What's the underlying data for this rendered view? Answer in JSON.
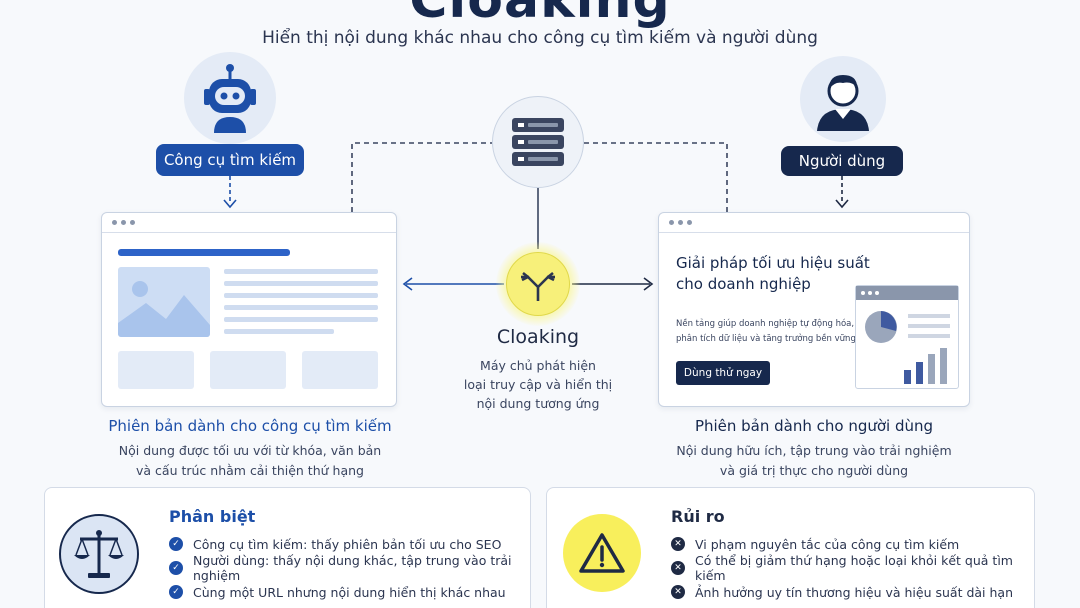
{
  "header": {
    "title": "Cloaking",
    "subtitle": "Hiển  thị nội dung khác nhau cho công cụ tìm kiếm và người dùng"
  },
  "left_actor": {
    "label": "Công cụ tìm kiếm",
    "icon": "robot-icon"
  },
  "right_actor": {
    "label": "Người dùng",
    "icon": "user-icon"
  },
  "center": {
    "server_icon": "server-icon",
    "switch_icon": "split-arrows-icon",
    "title": "Cloaking",
    "desc_line1": "Máy chủ phát hiện",
    "desc_line2": "loại truy cập và hiển thị",
    "desc_line3": "nội dung tương ứng"
  },
  "left_page": {
    "caption_title": "Phiên bản dành cho công cụ tìm kiếm",
    "caption_line1": "Nội dung được tối ưu với từ khóa, văn bản",
    "caption_line2": "và cấu trúc nhằm cải thiện thứ hạng"
  },
  "right_page": {
    "headline_line1": "Giải pháp tối ưu hiệu suất",
    "headline_line2": "cho doanh nghiệp",
    "body_line1": "Nền tảng giúp doanh nghiệp tự động hóa,",
    "body_line2": "phân tích dữ liệu và tăng trưởng bền vững.",
    "cta": "Dùng thử ngay",
    "caption_title": "Phiên bản dành cho người dùng",
    "caption_line1": "Nội dung hữu ích, tập trung vào trải nghiệm",
    "caption_line2": "và giá trị thực cho người dùng"
  },
  "diff_panel": {
    "title": "Phân biệt",
    "icon": "scales-icon",
    "items": [
      "Công cụ tìm kiếm: thấy phiên bản tối ưu cho SEO",
      "Người dùng: thấy nội dung khác, tập trung vào trải nghiệm",
      "Cùng một URL nhưng nội dung hiển thị khác nhau"
    ]
  },
  "risk_panel": {
    "title": "Rủi ro",
    "icon": "warning-icon",
    "items": [
      "Vi phạm nguyên tắc của công cụ tìm kiếm",
      "Có thể bị giảm thứ hạng hoặc loại khỏi kết quả tìm kiếm",
      "Ảnh hưởng uy tín thương hiệu và hiệu suất dài hạn"
    ]
  },
  "colors": {
    "navy": "#16284d",
    "blue": "#1d4fa8",
    "yellow": "#f7f07a",
    "panel_bg": "#ffffff"
  }
}
